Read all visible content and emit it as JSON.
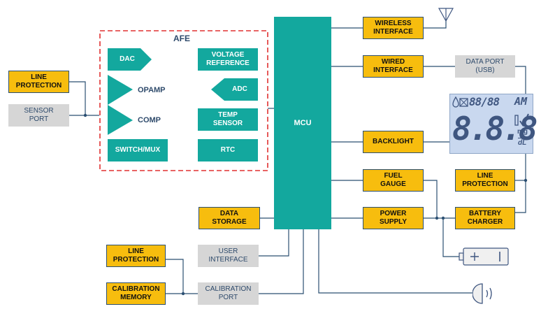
{
  "afe": {
    "title": "AFE",
    "dac": "DAC",
    "opamp": "OPAMP",
    "comp": "COMP",
    "switch_mux": "SWITCH/MUX",
    "voltage_reference": "VOLTAGE\nREFERENCE",
    "adc": "ADC",
    "temp_sensor": "TEMP\nSENSOR",
    "rtc": "RTC"
  },
  "mcu": "MCU",
  "left": {
    "line_protection": "LINE\nPROTECTION",
    "sensor_port": "SENSOR\nPORT",
    "data_storage": "DATA\nSTORAGE",
    "line_protection_2": "LINE\nPROTECTION",
    "user_interface": "USER\nINTERFACE",
    "calibration_memory": "CALIBRATION\nMEMORY",
    "calibration_port": "CALIBRATION\nPORT"
  },
  "right": {
    "wireless_interface": "WIRELESS\nINTERFACE",
    "wired_interface": "WIRED\nINTERFACE",
    "data_port": "DATA PORT\n(USB)",
    "backlight": "BACKLIGHT",
    "fuel_gauge": "FUEL\nGAUGE",
    "power_supply": "POWER\nSUPPLY",
    "line_protection": "LINE\nPROTECTION",
    "battery_charger": "BATTERY\nCHARGER"
  },
  "lcd": {
    "top_digits": "88/88",
    "am": "AM",
    "big_digits": "8.8.8",
    "unit_top": "mg",
    "unit_bottom": "dL"
  },
  "colors": {
    "orange": "#f7bd0e",
    "teal": "#13a89e",
    "gray": "#d6d6d6",
    "navy": "#2b4f72",
    "afe_border": "#e03030",
    "lcd_bg": "#c9d8ef"
  },
  "icons": {
    "antenna": "antenna-icon",
    "battery": "battery-icon",
    "speaker": "speaker-icon"
  }
}
